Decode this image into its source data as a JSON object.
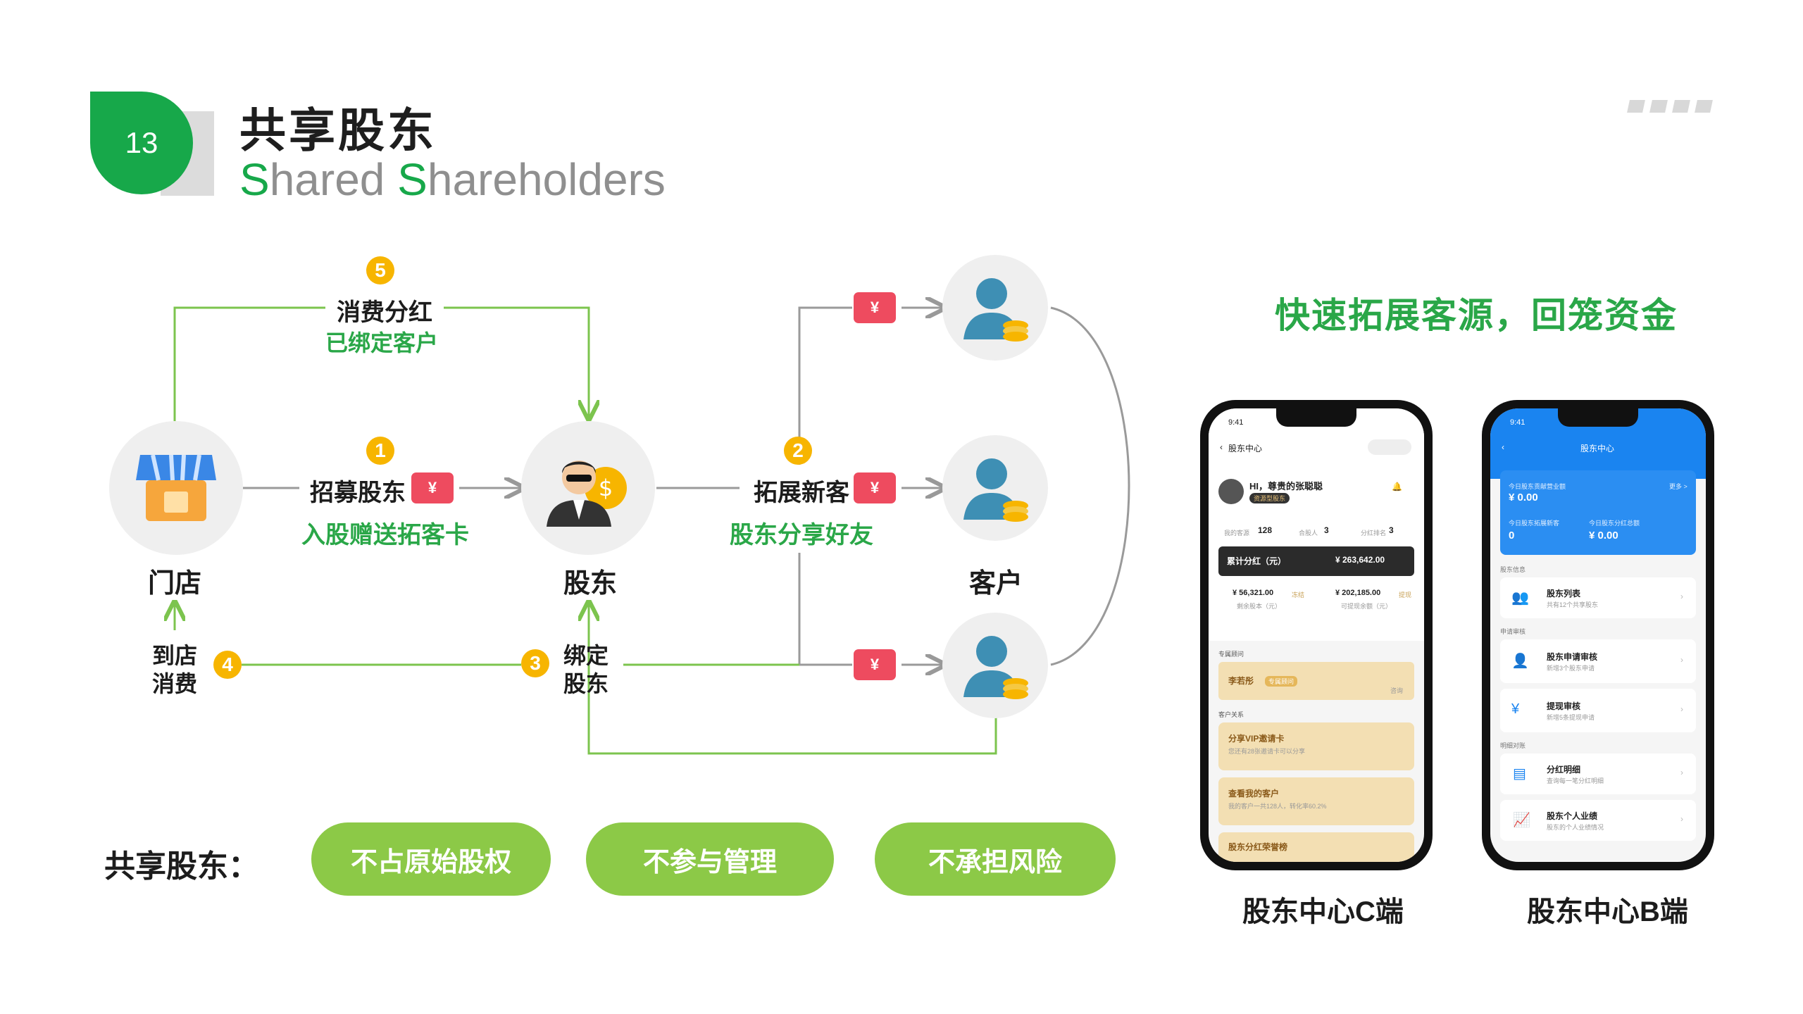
{
  "header": {
    "number": "13",
    "title_cn": "共享股东",
    "title_en_s1": "S",
    "title_en_p1": "hared ",
    "title_en_s2": "S",
    "title_en_p2": "hareholders"
  },
  "colors": {
    "brand_green": "#17a84a",
    "label_green": "#2aa748",
    "pill_green": "#8cc947",
    "step_yellow": "#f7b500",
    "ticket_red": "#ee4b5f",
    "blue": "#1a84f0"
  },
  "flow": {
    "nodes": {
      "store": "门店",
      "shareholder": "股东",
      "customer": "客户"
    },
    "icons": {
      "store": "shop-icon",
      "shareholder": "businessman-coin-icon",
      "customer": "customer-with-coins-icon",
      "ticket": "coupon-ticket-icon"
    },
    "step1": {
      "num": "1",
      "title": "招募股东",
      "sub": "入股赠送拓客卡"
    },
    "step2": {
      "num": "2",
      "title": "拓展新客",
      "sub": "股东分享好友"
    },
    "step3": {
      "num": "3",
      "title_l1": "绑定",
      "title_l2": "股东"
    },
    "step4": {
      "num": "4",
      "title_l1": "到店",
      "title_l2": "消费"
    },
    "step5": {
      "num": "5",
      "title": "消费分红",
      "sub": "已绑定客户"
    },
    "ticket_symbol": "¥"
  },
  "slogan": "快速拓展客源，回笼资金",
  "summary": {
    "label": "共享股东：",
    "pills": [
      "不占原始股权",
      "不参与管理",
      "不承担风险"
    ]
  },
  "phone_c": {
    "caption": "股东中心C端",
    "time": "9:41",
    "nav_title": "股东中心",
    "greeting": "HI，尊贵的张聪聪",
    "vip_tag": "资源型股东",
    "stats": [
      {
        "label": "我的客源",
        "value": "128"
      },
      {
        "label": "合股人",
        "value": "3"
      },
      {
        "label": "分红排名",
        "value": "3"
      }
    ],
    "dividend_label": "累计分红（元）",
    "dividend_value": "¥ 263,642.00",
    "balances": [
      {
        "value": "¥ 56,321.00",
        "tag": "冻结",
        "label": "剩余股本（元）"
      },
      {
        "value": "¥ 202,185.00",
        "tag": "提现",
        "label": "可提现余额（元）"
      }
    ],
    "advisor_section": "专属顾问",
    "advisor_name": "李若彤",
    "advisor_tag": "专属顾问",
    "advisor_action": "咨询",
    "relation_section": "客户关系",
    "cards": [
      {
        "title": "分享VIP邀请卡",
        "desc": "您还有28张邀请卡可以分享"
      },
      {
        "title": "查看我的客户",
        "desc": "我的客户一共128人，转化率60.2%"
      },
      {
        "title": "股东分红荣誉榜",
        "desc": ""
      }
    ]
  },
  "phone_b": {
    "caption": "股东中心B端",
    "time": "9:41",
    "nav_title": "股东中心",
    "summary": {
      "today_amount_label": "今日股东贡献营业额",
      "today_amount": "¥ 0.00",
      "more": "更多 >",
      "new_label": "今日股东拓展新客",
      "new_value": "0",
      "dividend_label": "今日股东分红总额",
      "dividend_value": "¥ 0.00"
    },
    "sections": {
      "info": "股东信息",
      "review": "申请审核",
      "detail": "明细对账"
    },
    "items": [
      {
        "title": "股东列表",
        "desc": "共有12个共享股东"
      },
      {
        "title": "股东申请审核",
        "desc": "新增3个股东申请"
      },
      {
        "title": "提现审核",
        "desc": "新增5条提现申请"
      },
      {
        "title": "分红明细",
        "desc": "查询每一笔分红明细"
      },
      {
        "title": "股东个人业绩",
        "desc": "股东的个人业绩情况"
      }
    ]
  }
}
